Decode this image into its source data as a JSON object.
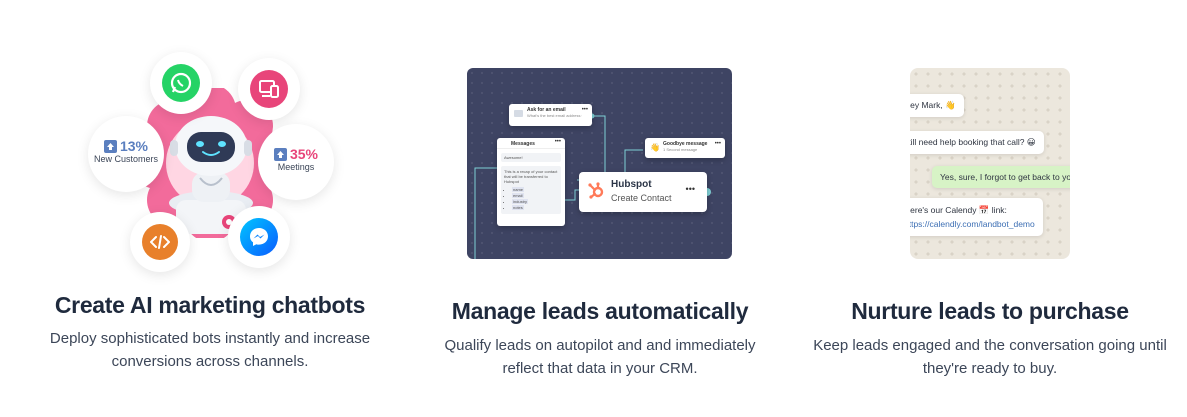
{
  "features": [
    {
      "title": "Create AI marketing chatbots",
      "description": "Deploy sophisticated bots instantly and increase conversions across channels.",
      "stats": [
        {
          "value": "13%",
          "label": "New Customers"
        },
        {
          "value": "35%",
          "label": "Meetings"
        }
      ]
    },
    {
      "title": "Manage leads automatically",
      "description": "Qualify leads on autopilot and and immediately reflect that data in your CRM.",
      "flow": {
        "ask_title": "Ask for an email",
        "ask_sub": "What's the best email address to...",
        "messages_title": "Messages",
        "awesome": "Awesome!",
        "messages_body": "This is a recap of your contact that will be transferred to Hubspot",
        "fields": [
          "name",
          "email",
          "industry",
          "notes"
        ],
        "goodbye_title": "Goodbye message",
        "goodbye_sub": "1 Second message",
        "hubspot_title": "Hubspot",
        "hubspot_sub": "Create Contact",
        "more": "•••"
      }
    },
    {
      "title": "Nurture leads to purchase",
      "description": "Keep leads engaged and the conversation going until they're ready to buy.",
      "chat": {
        "m1": "Hey Mark, 👋",
        "m2": "still need help booking that call? 😀",
        "m3": "Yes, sure, I forgot to get back to you.",
        "m4": "Here's our Calendy 📅 link:",
        "m4_link": "https://calendly.com/landbot_demo"
      }
    }
  ],
  "colors": {
    "whatsapp": "#25d366",
    "devices": "#e8457a",
    "code": "#e8802b",
    "messenger": "#0a84ff",
    "flower": "#f26b9b",
    "canvas": "#3e4463",
    "hubspot": "#ff7a59"
  },
  "icons": [
    "whatsapp-icon",
    "devices-icon",
    "code-icon",
    "messenger-icon",
    "robot-icon",
    "hubspot-icon"
  ]
}
